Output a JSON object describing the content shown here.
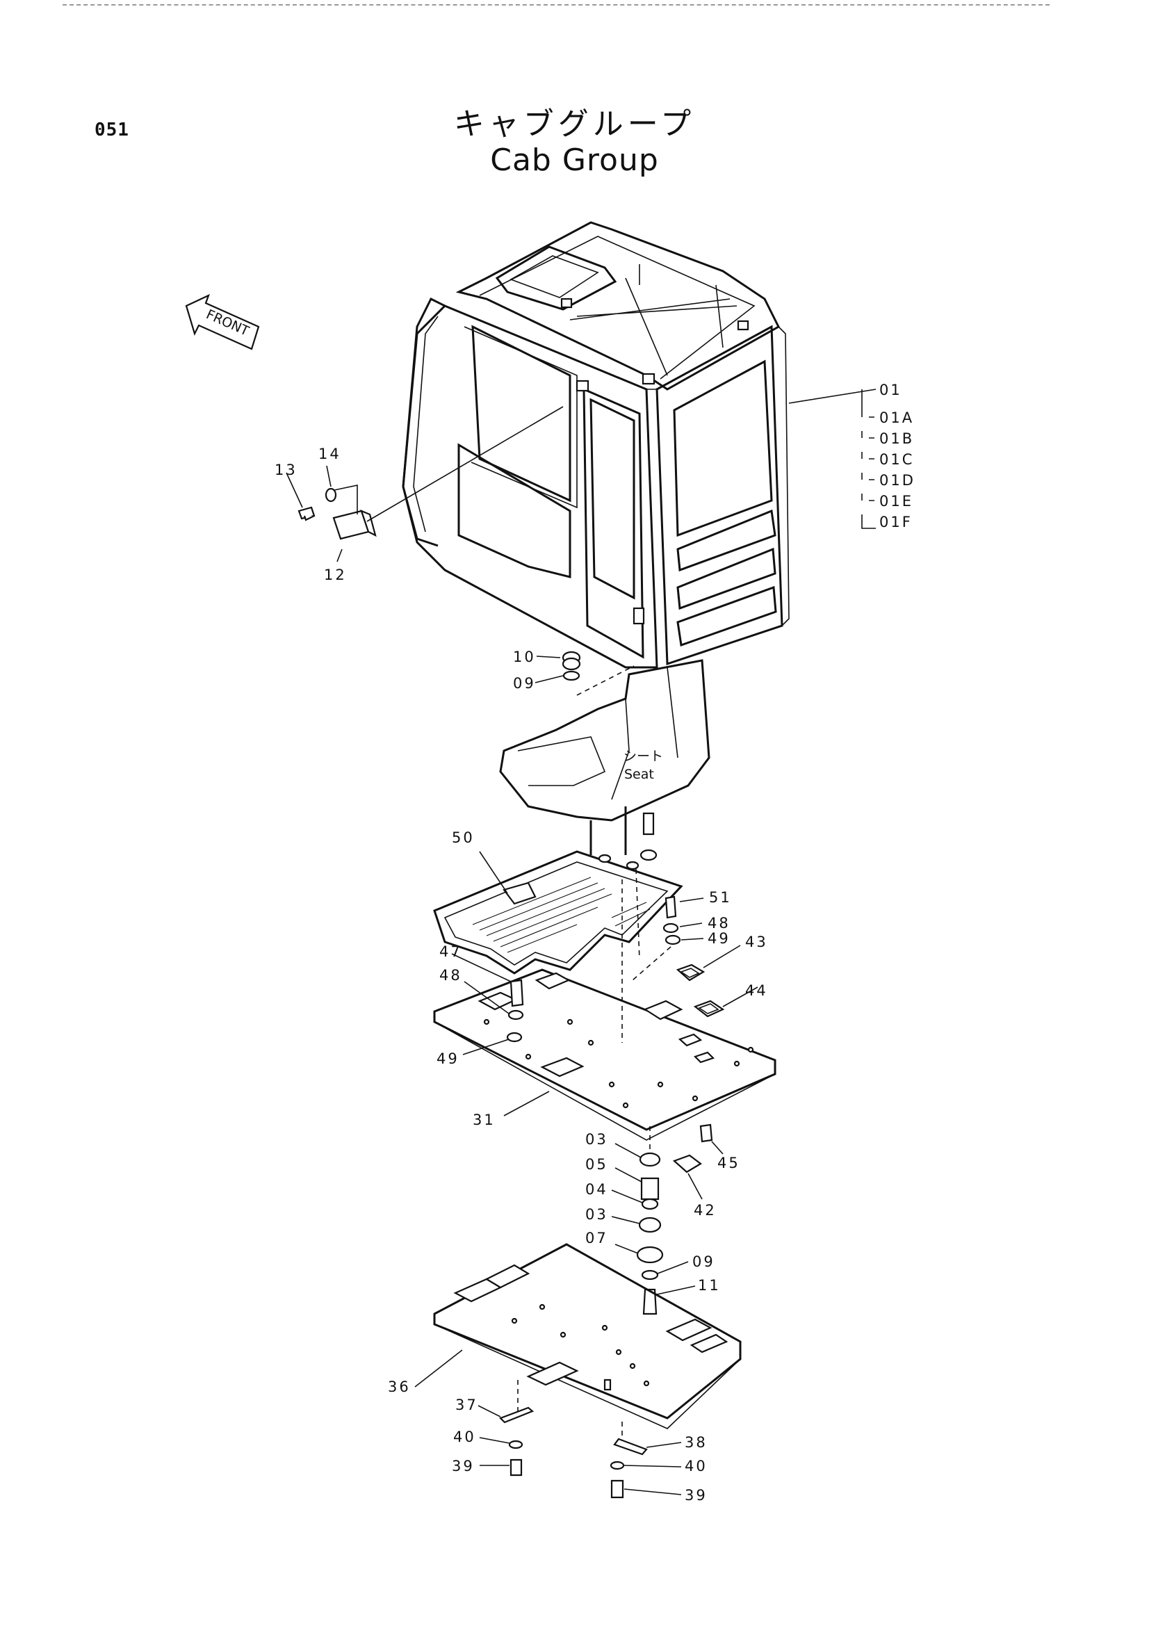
{
  "page": {
    "number": "051",
    "title_jp": "キャブグループ",
    "title_en": "Cab Group"
  },
  "direction_arrow": {
    "label": "FRONT"
  },
  "seat": {
    "label_jp": "シート",
    "label_en": "Seat"
  },
  "callouts": {
    "c01": "01",
    "c01A": "01A",
    "c01B": "01B",
    "c01C": "01C",
    "c01D": "01D",
    "c01E": "01E",
    "c01F": "01F",
    "c12": "12",
    "c13": "13",
    "c14": "14",
    "c10": "10",
    "c09a": "09",
    "c50": "50",
    "c51": "51",
    "c48a": "48",
    "c49a": "49",
    "c43": "43",
    "c44": "44",
    "c47": "47",
    "c48b": "48",
    "c49b": "49",
    "c31": "31",
    "c03a": "03",
    "c05": "05",
    "c04": "04",
    "c03b": "03",
    "c07": "07",
    "c09b": "09",
    "c11": "11",
    "c45": "45",
    "c42": "42",
    "c36": "36",
    "c37": "37",
    "c38": "38",
    "c40a": "40",
    "c40b": "40",
    "c39a": "39",
    "c39b": "39"
  }
}
